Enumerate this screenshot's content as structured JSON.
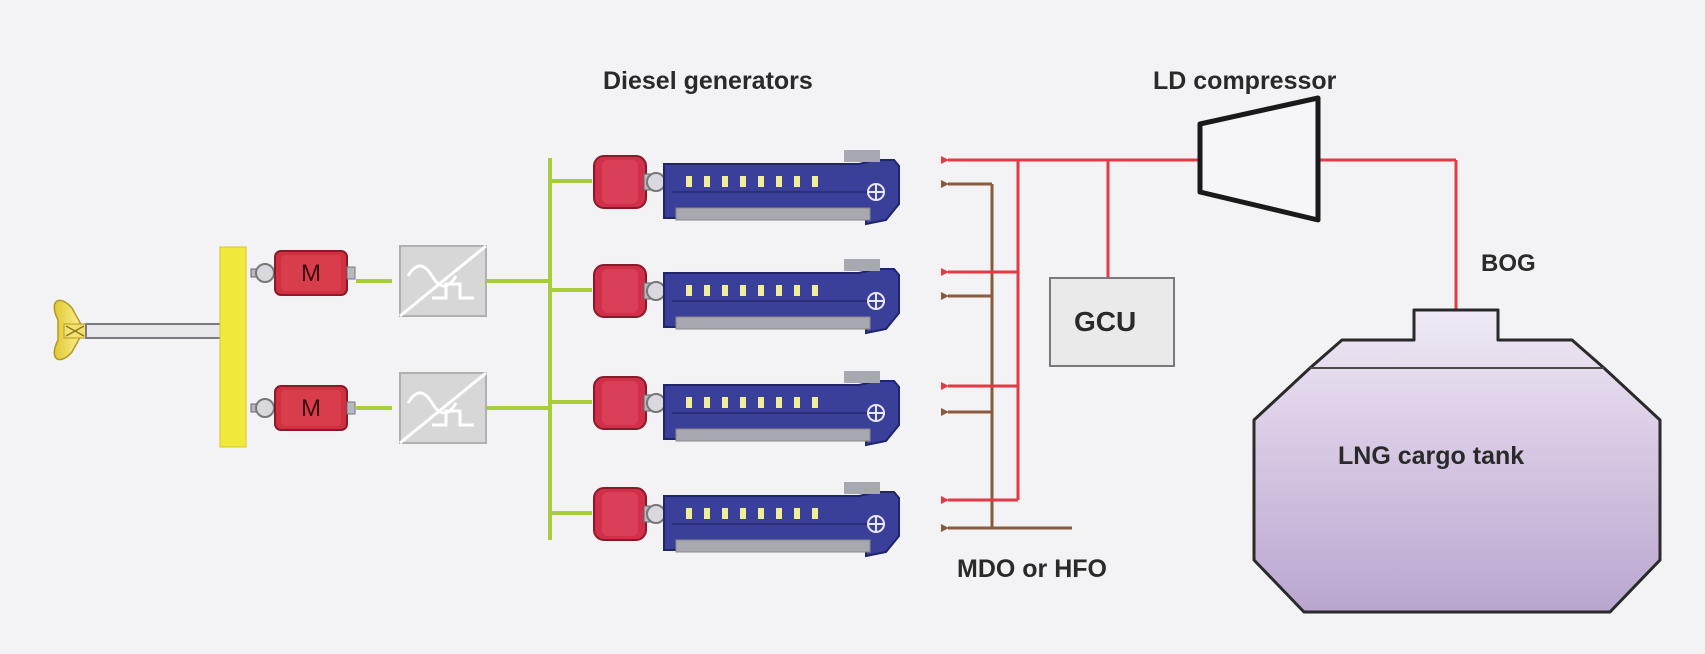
{
  "labels": {
    "diesel_generators": "Diesel generators",
    "ld_compressor": "LD compressor",
    "bog": "BOG",
    "gcu": "GCU",
    "lng_cargo_tank": "LNG cargo tank",
    "mdo_or_hfo": "MDO or HFO",
    "motor_1": "M",
    "motor_2": "M"
  },
  "colors": {
    "background": "#f3f2f4",
    "gas_line": "#e23a46",
    "fuel_line": "#8a5a3c",
    "electric_bus": "#a8cc3c",
    "switchboard": "#f0e83a",
    "generator_alternator": "#d2304a",
    "engine_block": "#3a3f9a",
    "motor": "#d0303f",
    "converter": "#d7d7d7",
    "tank": "#c7b8d8",
    "propeller": "#f0e060"
  },
  "icons": {
    "propeller": "propeller-icon",
    "motor": "electric-motor-icon",
    "converter": "frequency-converter-icon",
    "generator": "diesel-generator-icon",
    "compressor": "compressor-icon",
    "tank": "tank-icon"
  }
}
